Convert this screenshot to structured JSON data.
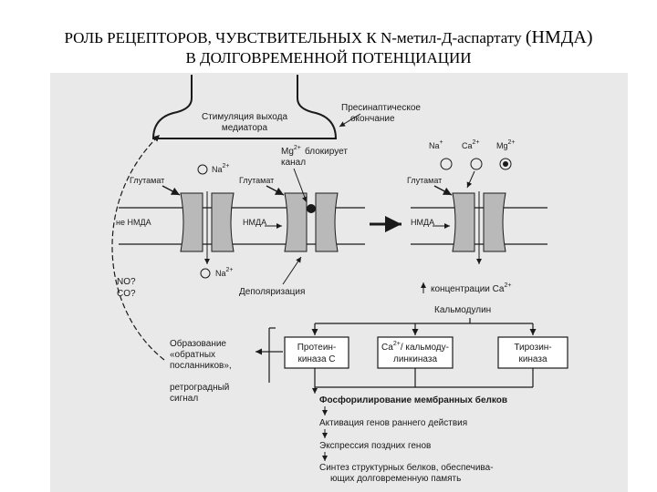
{
  "title": {
    "line1": "РОЛЬ РЕЦЕПТОРОВ, ЧУВСТВИТЕЛЬНЫХ К N-метил-Д-аспартату",
    "line1_big": "(НМДА)",
    "line2": "В ДОЛГОВРЕМЕННОЙ ПОТЕНЦИАЦИИ"
  },
  "diagram": {
    "stim1": "Стимуляция выхода",
    "stim2": "медиатора",
    "presyn1": "Пресинаптическое",
    "presyn2": "окончание",
    "mg_block1": "блокирует",
    "mg_block2": "канал",
    "mg": "Mg",
    "na": "Na",
    "ca": "Ca",
    "charge2": "2+",
    "charge1": "+",
    "glutamate": "Глутамат",
    "nmda_left": "не НМДА",
    "nmda": "НМДА",
    "no_co1": "NO?",
    "no_co2": "CO?",
    "depol": "Деполяризация",
    "conc": "концентрации Ca",
    "calmod": "Кальмодулин",
    "retro1": "Образование",
    "retro2": "«обратных",
    "retro3": "посланников»,",
    "retro4": "ретроградный",
    "retro5": "сигнал",
    "box1a": "Протеин-",
    "box1b": "киназа С",
    "box2a": "Ca",
    "box2b": "/ кальмоду-",
    "box2c": "линкиназа",
    "box3a": "Тирозин-",
    "box3b": "киназа",
    "step1": "Фосфорилирование мембранных белков",
    "step2": "Активация генов раннего действия",
    "step3": "Экспрессия поздних генов",
    "step4a": "Синтез структурных белков, обеспечива-",
    "step4b": "ющих долговременную память"
  },
  "colors": {
    "panel": "#e9e9e9",
    "ink": "#1a1a1a",
    "channel": "#b9b9b9"
  }
}
